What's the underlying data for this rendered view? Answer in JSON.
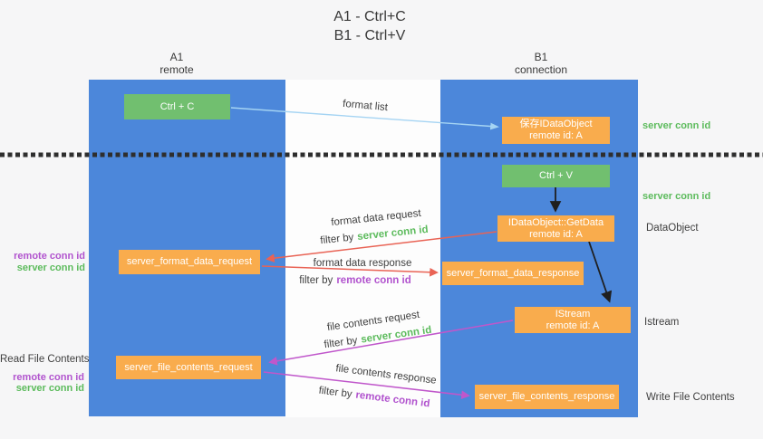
{
  "title": {
    "line1": "A1 - Ctrl+C",
    "line2": "B1 - Ctrl+V"
  },
  "lanes": {
    "a1": {
      "name": "A1",
      "role": "remote"
    },
    "b1": {
      "name": "B1",
      "role": "connection"
    }
  },
  "nodes": {
    "ctrl_c": "Ctrl + C",
    "ctrl_v": "Ctrl + V",
    "save_dataobject": {
      "line1": "保存IDataObject",
      "line2": "remote id: A"
    },
    "getdata": {
      "line1": "IDataObject::GetData",
      "line2": "remote id: A"
    },
    "istream": {
      "line1": "IStream",
      "line2": "remote id: A"
    },
    "server_format_data_request": "server_format_data_request",
    "server_format_data_response": "server_format_data_response",
    "server_file_contents_request": "server_file_contents_request",
    "server_file_contents_response": "server_file_contents_response"
  },
  "edge_labels": {
    "format_list": "format list",
    "format_data_request": "format data request",
    "format_data_response": "format data response",
    "file_contents_request": "file contents request",
    "file_contents_response": "file contents response",
    "filter_by": "filter by",
    "server_conn_id": "server conn id",
    "remote_conn_id": "remote conn id"
  },
  "side_labels": {
    "left_format": {
      "remote": "remote conn id",
      "server": "server conn id"
    },
    "left_file": {
      "title": "Read File Contents",
      "remote": "remote conn id",
      "server": "server conn id"
    },
    "right_server_conn_top": "server conn id",
    "right_server_conn_mid": "server conn id",
    "right_dataobject": "DataObject",
    "right_istream": "Istream",
    "right_write_file": "Write File Contents"
  },
  "colors": {
    "lane_blue": "#4C87DA",
    "node_orange": "#F9AC4D",
    "node_green": "#71BF6F",
    "label_green": "#5CBB5C",
    "label_purple": "#B153CE",
    "arrow_red": "#E96355",
    "arrow_magenta": "#C057CB",
    "arrow_lightblue": "#A5D4F3",
    "arrow_black": "#1F1F1F",
    "text_dark": "#3C3C3C"
  }
}
